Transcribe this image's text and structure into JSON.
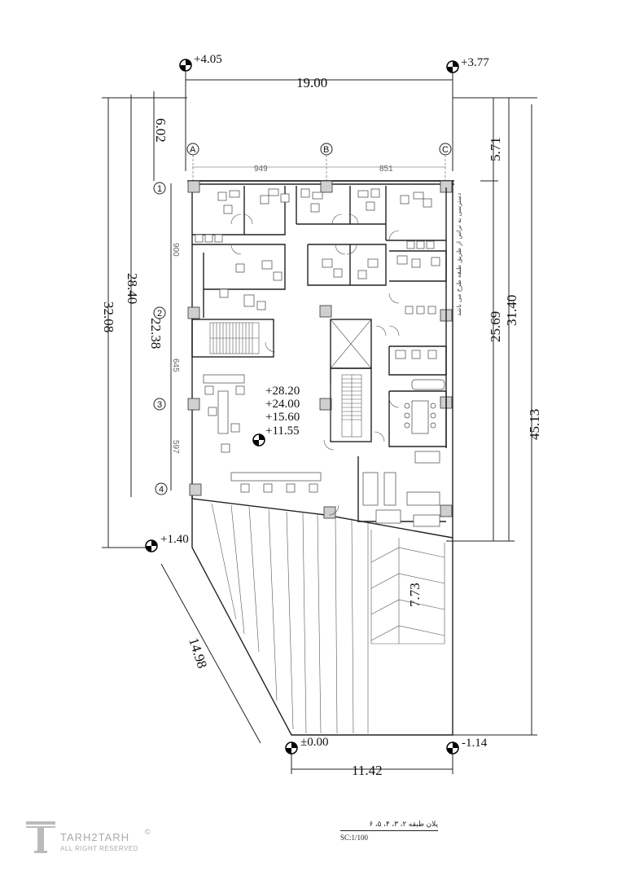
{
  "plan": {
    "dimensions": {
      "top_width": "19.00",
      "bottom_width": "11.42",
      "diagonal": "14.98",
      "parking_depth": "7.73",
      "left_6_02": "6.02",
      "left_28_40": "28.40",
      "left_32_08": "32.08",
      "left_22_38": "22.38",
      "right_5_71": "5.71",
      "right_25_69": "25.69",
      "right_31_40": "31.40",
      "right_45_13": "45.13",
      "grid_ab": "949",
      "grid_bc": "851",
      "grid_12": "900",
      "grid_23": "645",
      "grid_34": "597"
    },
    "levels": {
      "top_left": "+4.05",
      "top_right": "+3.77",
      "left": "+1.40",
      "bottom_left": "±0.00",
      "bottom_right": "-1.14",
      "center": [
        "+28.20",
        "+24.00",
        "+15.60",
        "+11.55"
      ]
    },
    "grid_axes": {
      "columns": [
        "A",
        "B",
        "C"
      ],
      "rows": [
        "1",
        "2",
        "3",
        "4"
      ]
    },
    "side_note": "دسترسی به تراس از طریق طبقه طرح می باشد"
  },
  "title_block": {
    "title": "پلان طبقه ۲، ۳، ۴، ۵، ۶",
    "scale": "SC:1/100"
  },
  "logo": {
    "brand": "TARH2TARH",
    "rights": "ALL RIGHT RESERVED",
    "copyright": "©"
  }
}
